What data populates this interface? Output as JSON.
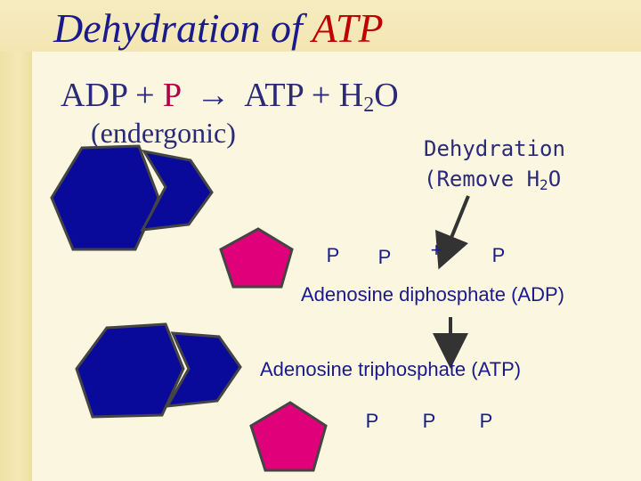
{
  "title": {
    "main": "Dehydration of ",
    "accent": "ATP"
  },
  "equation": {
    "left": "ADP + ",
    "p": "P",
    "arrow": "→",
    "right": "ATP + H",
    "sub": "2",
    "tail": "O",
    "note": "(endergonic)"
  },
  "dehydration": {
    "line1": "Dehydration",
    "line2_start": "(Remove H",
    "line2_sub": "2",
    "line2_end": "O"
  },
  "adp": {
    "phosphates": [
      "P",
      "P"
    ],
    "plus": "+",
    "free_phosphate": "P",
    "label": "Adenosine diphosphate (ADP)"
  },
  "atp": {
    "label": "Adenosine triphosphate (ATP)",
    "phosphates": [
      "P",
      "P",
      "P"
    ]
  },
  "colors": {
    "title": "#1a1a8c",
    "accent": "#c00000",
    "hexagon": "#0a0a9a",
    "pentagon": "#e0007a",
    "arrow": "#333333"
  }
}
